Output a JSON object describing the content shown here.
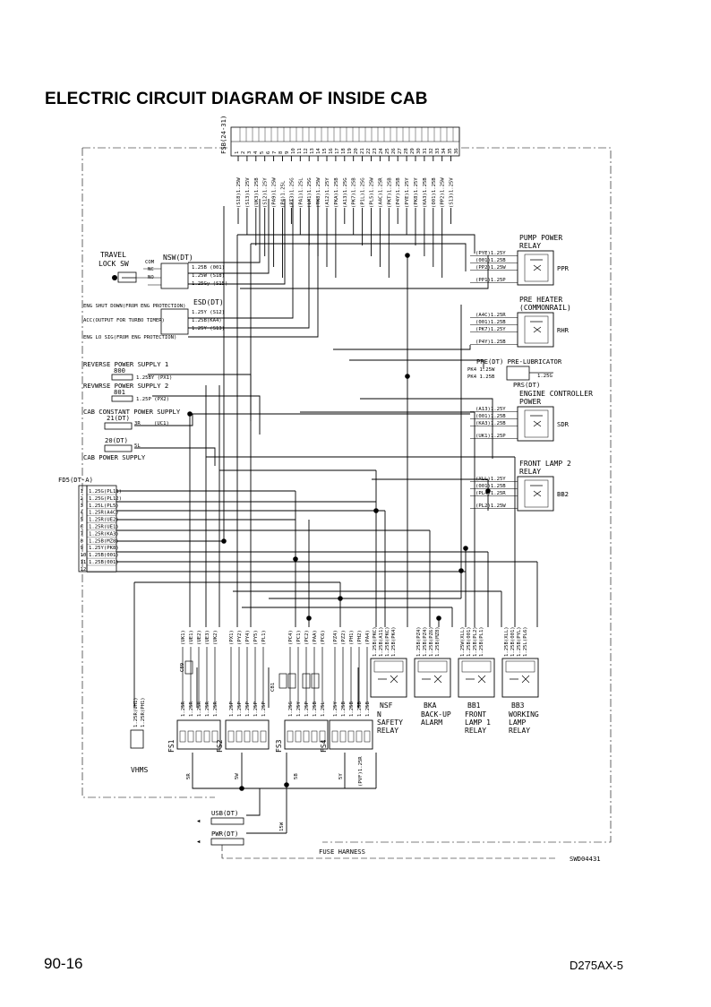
{
  "page": {
    "title": "ELECTRIC CIRCUIT DIAGRAM OF INSIDE CAB",
    "page_number": "90-16",
    "model": "D275AX-5",
    "drawing_code": "SWD04431"
  },
  "fsb": {
    "label": "FSB(24-31)",
    "pin_numbers": [
      "1",
      "2",
      "3",
      "4",
      "5",
      "6",
      "7",
      "8",
      "9",
      "10",
      "11",
      "12",
      "13",
      "14",
      "15",
      "16",
      "17",
      "18",
      "19",
      "20",
      "21",
      "22",
      "23",
      "24",
      "25",
      "26",
      "27",
      "28",
      "29",
      "30",
      "31",
      "32",
      "33",
      "34",
      "35",
      "36"
    ],
    "wire_labels": [
      "(S18)1.25W",
      "(S13)1.25V",
      "(UK3)1.25B",
      "(S12)1.25Y",
      "(PA9)1.25W",
      "(P4)1.25L",
      "(PT3)1.25G",
      "(PA1)1.25L",
      "(LX1)1.25G",
      "(TK8)1.25W",
      "(A12)1.25Y",
      "(PKA)1.25B",
      "(A13)1.25G",
      "(PK7)1.25B",
      "(P1L)1.25G",
      "(PL5)1.25W",
      "(A4C)1.25R",
      "(PKT)1.25B",
      "(P4Y)1.25B",
      "(PYE)1.25Y",
      "(PK8)1.25Y",
      "(KA3)1.25B",
      "(001)1.25B",
      "(PP2)1.25W",
      "(S13)1.25V"
    ]
  },
  "left_components": {
    "travel_lock": {
      "label": "TRAVEL\nLOCK SW",
      "line1": "TRAVEL",
      "line2": "LOCK SW",
      "terms": [
        "COM",
        "NC",
        "NO"
      ],
      "connector": "NSW(DT)",
      "wires": [
        "1.25B (001)",
        "1.25W (S18)",
        "1.25Gy (S15)"
      ]
    },
    "esd": {
      "connector": "ESD(DT)",
      "wires": [
        "1.25Y (S12)",
        "1.25B(KA4)",
        "1.25Y (S13)"
      ],
      "lines": [
        "ENG SHUT DOWN(FROM ENG PROTECTION)",
        "ACC(OUTPUT FOR TURBO TIMER)",
        "ENG LO SIG(FROM ENG PROTECTION)"
      ]
    },
    "reverse_1": {
      "label": "REVERSE POWER SUPPLY 1",
      "connector": "800",
      "wire": "1.25BY (PX1)"
    },
    "reverse_2": {
      "label": "REVWRSE POWER SUPPLY 2",
      "connector": "801",
      "wire": "1.25P (PX2)"
    },
    "cab_constant": {
      "label": "CAB CONSTANT POWER SUPPLY",
      "connector": "21(DT)",
      "wire_size": "3R",
      "wire": "(UC1)"
    },
    "cab_power": {
      "label": "CAB POWER SUPPLY",
      "connector": "20(DT)",
      "wire_size": "5L"
    },
    "fd5": {
      "connector": "FD5(DT-A)",
      "rows": [
        "1.25G(PL11)",
        "1.25G(PL12)",
        "1.25L(PL5)",
        "1.25R(A4C)",
        "1.25R(UE2)",
        "1.25R(UE1)",
        "1.25R(KA3)",
        "1.25B(MZ8)",
        "1.25Y(PK8)",
        "1.25B(001)",
        "1.25B(001)",
        ""
      ],
      "pins": [
        "1",
        "2",
        "3",
        "4",
        "5",
        "6",
        "7",
        "8",
        "9",
        "10",
        "11",
        "12"
      ]
    }
  },
  "relays": {
    "ppr": {
      "title1": "PUMP POWER",
      "title2": "RELAY",
      "name": "PPR",
      "wires": [
        "(PYE)1.25Y",
        "(001)1.25B",
        "(PP2)1.25W",
        "(PP1)1.25P"
      ]
    },
    "rhr": {
      "title1": "PRE HEATER",
      "title2": "(COMMONRAIL)",
      "name": "RHR",
      "wires": [
        "(A4C)1.25R",
        "(001)1.25B",
        "(PK7)1.25Y",
        "(P4Y)1.25B"
      ]
    },
    "prs": {
      "title": "PRE(DT) PRE-LUBRICATOR",
      "name": "PRS(DT)",
      "wires": [
        "PK4 1.25W",
        "PK4 1.25B"
      ],
      "extra": "1.25G"
    },
    "sdr": {
      "title1": "ENGINE CONTROLLER",
      "title2": "POWER",
      "name": "SDR",
      "wires": [
        "(A13)1.25Y",
        "(001)1.25B",
        "(KA3)1.25B",
        "(UK1)1.25P"
      ]
    },
    "bb2": {
      "title1": "FRONT LAMP 2",
      "title2": "RELAY",
      "name": "BB2",
      "wires": [
        "(XLL)1.25Y",
        "(001)1.25B",
        "(PL4)1.25R",
        "(PL2)1.25W"
      ]
    }
  },
  "bottom_relays": [
    {
      "name": "NSF",
      "desc1": "N",
      "desc2": "SAFETY",
      "desc3": "RELAY",
      "wires": [
        "1.25B(PKC)",
        "1.25B(A11)",
        "1.25B(PKC)",
        "1.25B(PK4)"
      ]
    },
    {
      "name": "BKA",
      "desc1": "BACK-UP",
      "desc2": "ALARM",
      "desc3": "",
      "wires": [
        "1.25B(PZ4)",
        "1.25B(PZ4)",
        "1.25B(PZ6)",
        "1.25B(MZ8)"
      ]
    },
    {
      "name": "BB1",
      "desc1": "FRONT",
      "desc2": "LAMP 1",
      "desc3": "RELAY",
      "wires": [
        "1.25W(XLL)",
        "1.25B(001)",
        "1.25B(PL2)",
        "1.25B(PL1)"
      ]
    },
    {
      "name": "BB3",
      "desc1": "WORKING",
      "desc2": "LAMP",
      "desc3": "RELAY",
      "wires": [
        "1.25B(XLL)",
        "1.25B(001)",
        "1.25B(PYL)",
        "1.25L(PL6)"
      ]
    }
  ],
  "fuse_boxes": [
    {
      "name": "FS1",
      "wires_top": [
        "(UK1)",
        "(UE1)",
        "(UE2)",
        "(UE3)",
        "(UK2)"
      ],
      "wires_side": [
        "1.25R",
        "1.25R",
        "1.25R",
        "1.25R",
        "1.25R"
      ],
      "bottom": "5R"
    },
    {
      "name": "FS2",
      "wires_top": [
        "(PX1)",
        "(PY2)",
        "(PY4)",
        "(PY5)",
        "(PL1)"
      ],
      "wires_side": [
        "1.25P",
        "1.25P",
        "1.25P",
        "1.25P",
        "1.25P"
      ],
      "bottom": "5W"
    },
    {
      "name": "FS3",
      "wires_top": [
        "(PC4)",
        "(PC1)",
        "(PC2)",
        "(PAA)",
        "(PC6)"
      ],
      "wires_side": [
        "1.25G",
        "1.25Y",
        "1.25P",
        "1.25B",
        "1.25L"
      ],
      "bottom": "5B"
    },
    {
      "name": "FS4",
      "wires_top": [
        "(PZ4)",
        "(PZ2)",
        "(PH1)",
        "(PH2)",
        "(PA4)"
      ],
      "wires_side": [
        "1.25Y",
        "1.25B",
        "1.25B",
        "1.25B",
        "1.25B"
      ],
      "bottom": "5Y"
    }
  ],
  "misc": {
    "vhms": "VHMS",
    "vhms_wires": [
      "1.25R(UH1)",
      "1.25R(PH1)"
    ],
    "cb9": "CB9",
    "cb1": "CB1",
    "usb": "USB(DT)",
    "pwr": "PWR(DT)",
    "fuse_harness": "FUSE HARNESS",
    "wire_15w": "15W",
    "pv_wire": "(PVF)1.25R"
  }
}
